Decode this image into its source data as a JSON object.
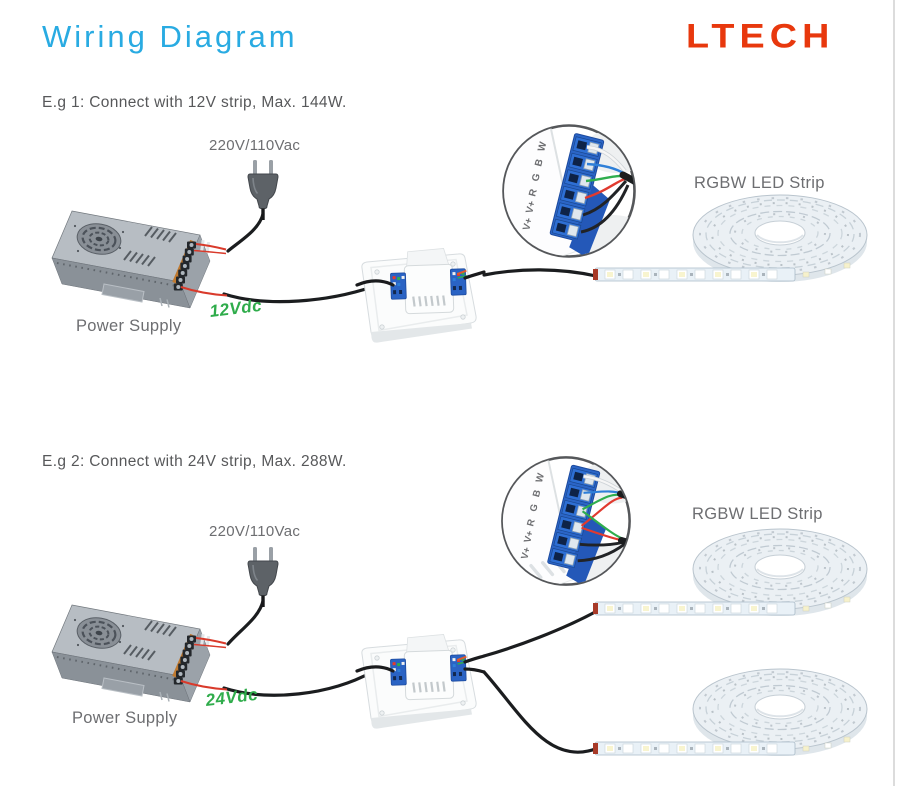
{
  "header": {
    "title": "Wiring Diagram",
    "brand": "LTECH"
  },
  "example1": {
    "heading": "E.g 1: Connect with 12V strip, Max. 144W.",
    "plug_label": "220V/110Vac",
    "psu_label": "Power Supply",
    "dc_label": "12Vdc",
    "strip_label": "RGBW LED Strip",
    "terminals": [
      "V+",
      "V+",
      "R",
      "G",
      "B",
      "W"
    ]
  },
  "example2": {
    "heading": "E.g 2: Connect with 24V strip, Max. 288W.",
    "plug_label": "220V/110Vac",
    "psu_label": "Power Supply",
    "dc_label": "24Vdc",
    "strip_label": "RGBW LED Strip",
    "terminals": [
      "V+",
      "V+",
      "R",
      "G",
      "B",
      "W"
    ]
  },
  "colors": {
    "title_blue": "#29abe2",
    "brand_red": "#e8380d",
    "label_gray": "#6d6e71",
    "dc_green": "#2fac4b",
    "wire_red": "#e03a2f",
    "wire_green": "#2fae4e",
    "wire_blue": "#2e7fd8",
    "wire_white": "#f2f2f2",
    "wire_black": "#1b1d1f",
    "terminal_blue": "#2a63c4"
  }
}
